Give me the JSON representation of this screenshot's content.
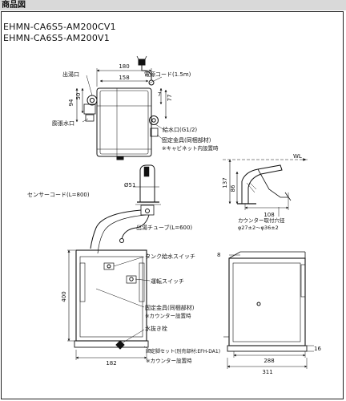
{
  "header": {
    "title": "商品図"
  },
  "models": [
    "EHMN-CA6S5-AM200CV1",
    "EHMN-CA6S5-AM200V1"
  ],
  "top_view": {
    "dim_width_outer": "180",
    "dim_width_inner": "158",
    "dim_left_94": "94",
    "dim_left_50": "50",
    "dim_right_77": "77",
    "dim_right_7": "7",
    "label_outlet": "出湯口",
    "label_power_cord": "電源コード(1.5m)",
    "label_expansion": "膨張水口",
    "label_inlet": "給水口(G1/2)",
    "label_bracket": "固定金具(同梱部材)",
    "label_bracket_note": "※キャビネット内設置時"
  },
  "faucet_side": {
    "label_wl": "WL",
    "dim_137": "137",
    "dim_86": "86",
    "dim_108": "108",
    "label_counter_hole": "カウンター取付穴径",
    "label_counter_hole_size": "φ27±2～φ36±2"
  },
  "front_view": {
    "label_sensor_cord": "センサーコード(L=800)",
    "dim_phi51": "Ø51",
    "label_outlet_tube": "出湯チューブ(L=600)",
    "label_tank_switch": "タンク給水スイッチ",
    "label_run_switch": "運転スイッチ",
    "label_bracket": "固定金具(同梱部材)",
    "label_bracket_note": "※カウンター設置時",
    "label_drain": "水抜き栓",
    "label_set": "固定脚セット(別売部材:EFH-DA1)",
    "label_set_note": "※カウンター設置時",
    "dim_height": "400",
    "dim_width": "182"
  },
  "side_view": {
    "dim_8": "8",
    "dim_288": "288",
    "dim_311": "311",
    "dim_16": "16"
  }
}
